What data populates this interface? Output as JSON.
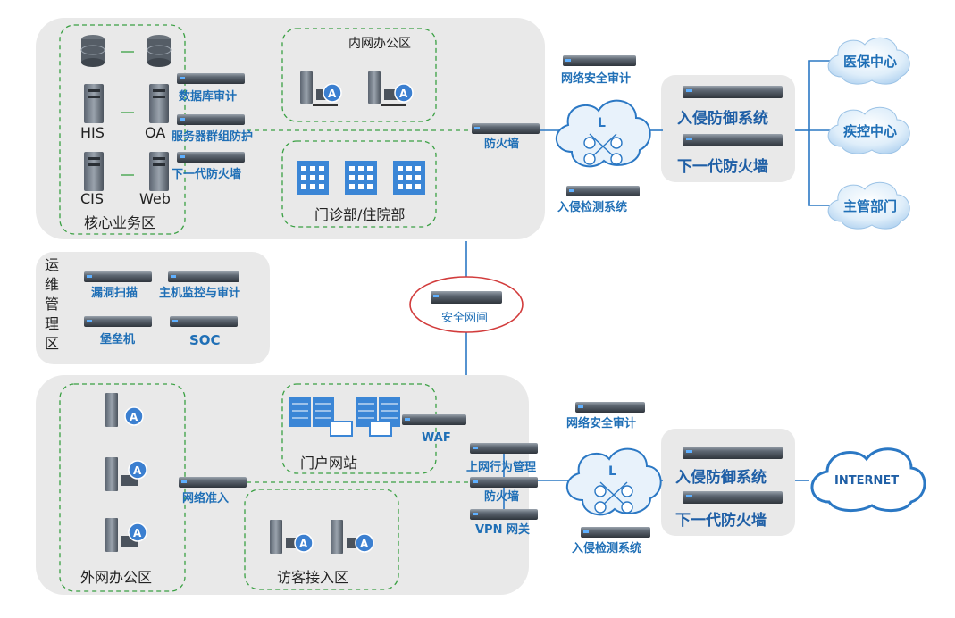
{
  "zones": {
    "core": "核心业务区",
    "intranet_office": "内网办公区",
    "clinic": "门诊部/住院部",
    "ops": [
      "运",
      "维",
      "管",
      "理",
      "区"
    ],
    "external_office": "外网办公区",
    "portal": "门户网站",
    "guest": "访客接入区"
  },
  "servers": {
    "his": "HIS",
    "oa": "OA",
    "cis": "CIS",
    "web": "Web"
  },
  "devices": {
    "db_audit": "数据库审计",
    "server_guard": "服务器群组防护",
    "ngfw_core": "下一代防火墙",
    "fw_internal": "防火墙",
    "net_audit_top": "网络安全审计",
    "ids_top": "入侵检测系统",
    "ips_top": "入侵防御系统",
    "ngfw_top": "下一代防火墙",
    "vuln_scan": "漏洞扫描",
    "host_monitor": "主机监控与审计",
    "bastion": "堡垒机",
    "soc": "SOC",
    "gap": "安全网闸",
    "waf": "WAF",
    "nac": "网络准入",
    "behavior": "上网行为管理",
    "fw_external": "防火墙",
    "vpn": "VPN 网关",
    "net_audit_bottom": "网络安全审计",
    "ids_bottom": "入侵检测系统",
    "ips_bottom": "入侵防御系统",
    "ngfw_bottom": "下一代防火墙"
  },
  "clouds": {
    "medical_insurance": "医保中心",
    "cdc": "疾控中心",
    "authority": "主管部门",
    "internet": "INTERNET"
  },
  "colors": {
    "zone_bg": "#e9e9e9",
    "dashed_green": "#3aa043",
    "link_blue": "#2b78c4",
    "label_blue": "#1f6fb6",
    "gap_circle": "#d23c3c",
    "cloud_fill": "#cfe3f5"
  }
}
